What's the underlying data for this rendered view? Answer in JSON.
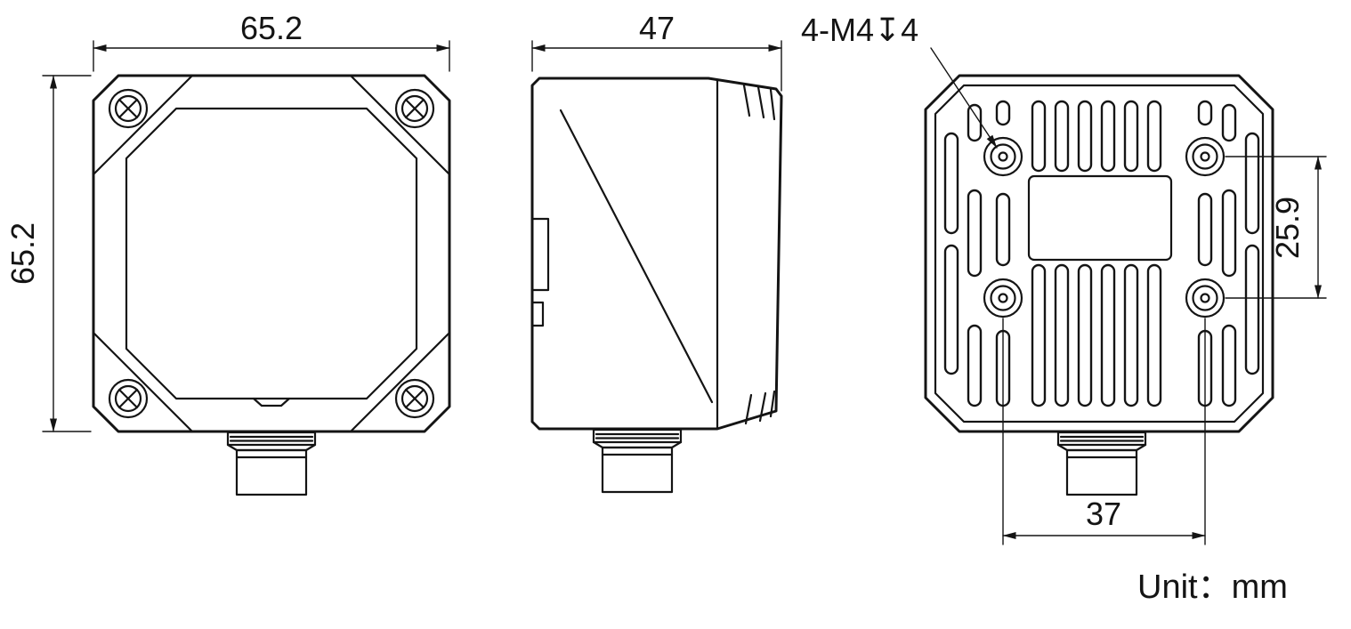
{
  "drawing": {
    "front": {
      "width": "65.2",
      "height": "65.2"
    },
    "side": {
      "depth": "47"
    },
    "back": {
      "thread_callout": "4-M4↧4",
      "hole_spacing_vertical": "25.9",
      "hole_spacing_horizontal": "37"
    },
    "unit_label": "Unit：mm",
    "line_color": "#141414"
  }
}
